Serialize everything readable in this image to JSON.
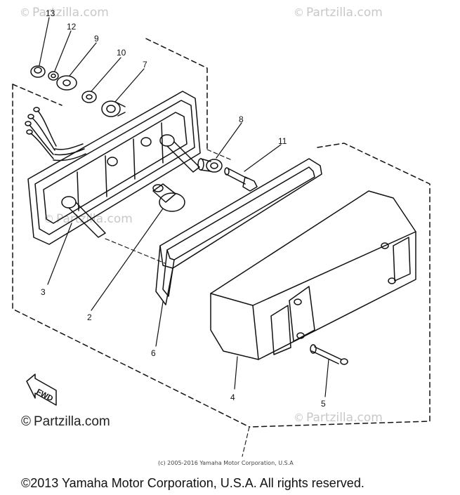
{
  "watermarks": [
    {
      "symbol": "©",
      "text": "Partzilla.com"
    },
    {
      "symbol": "©",
      "text": "Partzilla.com"
    },
    {
      "symbol": "©",
      "text": "Partzilla.com"
    },
    {
      "symbol": "©",
      "text": "Partzilla.com"
    }
  ],
  "part_numbers": [
    "13",
    "12",
    "9",
    "10",
    "7",
    "8",
    "11",
    "3",
    "2",
    "6",
    "4",
    "5"
  ],
  "fwd_label": "FWD",
  "brand": {
    "symbol": "©",
    "text": "Partzilla.com"
  },
  "footer_small": "(c) 2005-2016 Yamaha Motor Corporation, U.S.A",
  "copyright": "©2013 Yamaha Motor Corporation, U.S.A. All rights reserved.",
  "colors": {
    "line": "#111111",
    "watermark": "#c8c8c8"
  }
}
